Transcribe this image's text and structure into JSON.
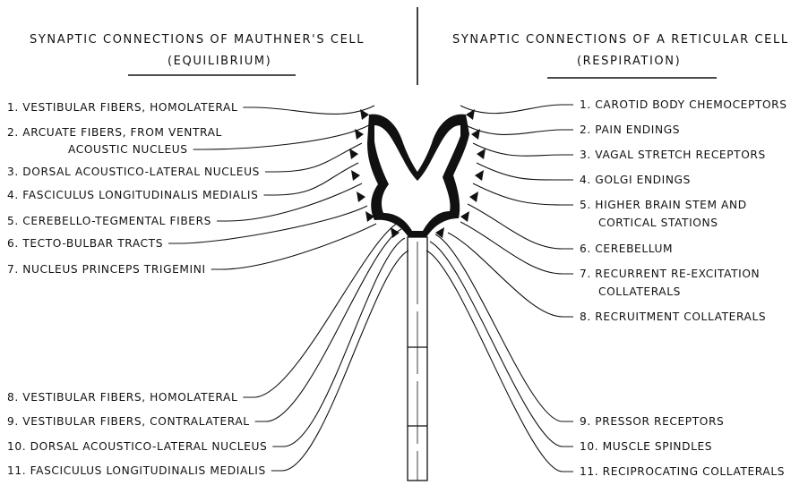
{
  "left": {
    "title": "SYNAPTIC  CONNECTIONS  OF  MAUTHNER'S  CELL",
    "subtitle": "(EQUILIBRIUM)",
    "items": [
      [
        "1. VESTIBULAR FIBERS, HOMOLATERAL"
      ],
      [
        "2. ARCUATE FIBERS, FROM VENTRAL",
        "ACOUSTIC NUCLEUS"
      ],
      [
        "3. DORSAL ACOUSTICO-LATERAL NUCLEUS"
      ],
      [
        "4. FASCICULUS LONGITUDINALIS MEDIALIS"
      ],
      [
        "5. CEREBELLO-TEGMENTAL FIBERS"
      ],
      [
        "6. TECTO-BULBAR TRACTS"
      ],
      [
        "7. NUCLEUS PRINCEPS TRIGEMINI"
      ],
      [
        "8. VESTIBULAR FIBERS, HOMOLATERAL"
      ],
      [
        "9. VESTIBULAR FIBERS, CONTRALATERAL"
      ],
      [
        "10. DORSAL ACOUSTICO-LATERAL NUCLEUS"
      ],
      [
        "11. FASCICULUS LONGITUDINALIS MEDIALIS"
      ]
    ]
  },
  "right": {
    "title": "SYNAPTIC  CONNECTIONS  OF  A  RETICULAR  CELL",
    "subtitle": "(RESPIRATION)",
    "items": [
      [
        "1. CAROTID BODY CHEMOCEPTORS"
      ],
      [
        "2. PAIN ENDINGS"
      ],
      [
        "3. VAGAL STRETCH RECEPTORS"
      ],
      [
        "4. GOLGI ENDINGS"
      ],
      [
        "5. HIGHER BRAIN STEM AND",
        "CORTICAL STATIONS"
      ],
      [
        "6. CEREBELLUM"
      ],
      [
        "7. RECURRENT RE-EXCITATION",
        "COLLATERALS"
      ],
      [
        "8. RECRUITMENT COLLATERALS"
      ],
      [
        "9. PRESSOR RECEPTORS"
      ],
      [
        "10. MUSCLE SPINDLES"
      ],
      [
        "11. RECIPROCATING COLLATERALS"
      ]
    ]
  }
}
